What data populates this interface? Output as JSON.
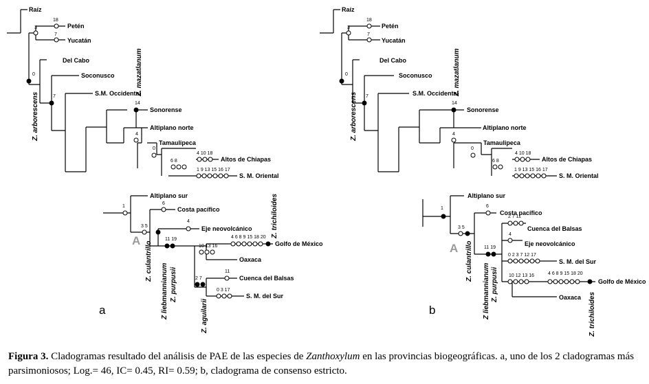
{
  "panels": [
    {
      "label": "a",
      "taxa": {
        "raiz": "Raíz",
        "peten": "Petén",
        "yucatan": "Yucatán",
        "delcabo": "Del Cabo",
        "soconusco": "Soconusco",
        "smocc": "S.M. Occidental",
        "sonorense": "Sonorense",
        "altnorte": "Altiplano norte",
        "tamaul": "Tamaulipeca",
        "altoschiapas": "Altos de Chiapas",
        "smorient": "S. M. Oriental",
        "altsur": "Altiplano sur",
        "costapac": "Costa pacífico",
        "ejeneo": "Eje neovolcánico",
        "golfo": "Golfo de México",
        "oaxaca": "Oaxaca",
        "cuencabalsas": "Cuenca del Balsas",
        "smsur": "S. M. del Sur"
      },
      "species": {
        "arborescens": "Z. arborescens",
        "mazatlanum": "Z. mazatlanum",
        "trichiloides": "Z. trichiloides",
        "culantrillo": "Z. culantrillo",
        "liebmannianum": "Z liebmannianum",
        "purpusii": "Z. purpusii",
        "aguilarii": "Z. aguilarii"
      },
      "numbers": {
        "n3": "3",
        "n18": "18",
        "n7a": "7",
        "n0": "0",
        "n7b": "7",
        "n14": "14",
        "n4a": "4",
        "n0b": "0",
        "n4_10_18": "4  10 18",
        "n6_8": "6  8",
        "n1_17": "1   9  13 15 16  17",
        "n1": "1",
        "n3_5": "3  5",
        "n6": "6",
        "n4b": "4",
        "n11_19": "11 19",
        "n10_13_16": "10 13 16",
        "n4_20": "4   6   8   9    15  18  20",
        "n2_7": "2   7",
        "n11": "11",
        "n0_3_17": "0   3   17"
      },
      "node_marker": "A"
    },
    {
      "label": "b",
      "taxa": {
        "raiz": "Raíz",
        "peten": "Petén",
        "yucatan": "Yucatán",
        "delcabo": "Del Cabo",
        "soconusco": "Soconusco",
        "smocc": "S.M. Occidental",
        "sonorense": "Sonorense",
        "altnorte": "Altiplano norte",
        "tamaul": "Tamaulipeca",
        "altoschiapas": "Altos de Chiapas",
        "smorient": "S. M. Oriental",
        "altsur": "Altiplano sur",
        "costapac": "Costa pacífico",
        "cuencabalsas": "Cuenca del Balsas",
        "ejeneo": "Eje neovolcánico",
        "smsur": "S. M. del Sur",
        "golfo": "Golfo de México",
        "oaxaca": "Oaxaca"
      },
      "species": {
        "arborescens": "Z. arborescens",
        "mazatlanum": "Z. mazatlanum",
        "culantrillo": "Z. culantrillo",
        "liebmannianum": "Z liebmannianum",
        "purpusii": "Z. purpusii",
        "trichiloides": "Z. trichiloides"
      },
      "numbers": {
        "n3": "3",
        "n18": "18",
        "n7a": "7",
        "n0": "0",
        "n7b": "7",
        "n14": "14",
        "n4a": "4",
        "n0b": "0",
        "n4_10_18": "4  10 18",
        "n6_8": "6  8",
        "n1_17": "1   9  13 15 16  17",
        "n1": "1",
        "n3_5": "3  5",
        "n6": "6",
        "n11_19": "11  19",
        "n2_7_11": "2   7   11",
        "n4b": "4",
        "n0_2_17": "0   2   3   7   12 17",
        "n10_13_16": "10 12 13 16",
        "n4_20": "4   6   8   9  15 18  20"
      },
      "node_marker": "A"
    }
  ],
  "caption": {
    "fig": "Figura 3.",
    "t1": " Cladogramas resultado del análisis de PAE de las especies de ",
    "genus": "Zanthoxylum",
    "t2": " en las provincias biogeográficas. a, uno de los 2 cladogramas más parsimoniosos; Log.= 46, IC= 0.45, RI= 0.59; b, cladograma de consenso estricto."
  }
}
